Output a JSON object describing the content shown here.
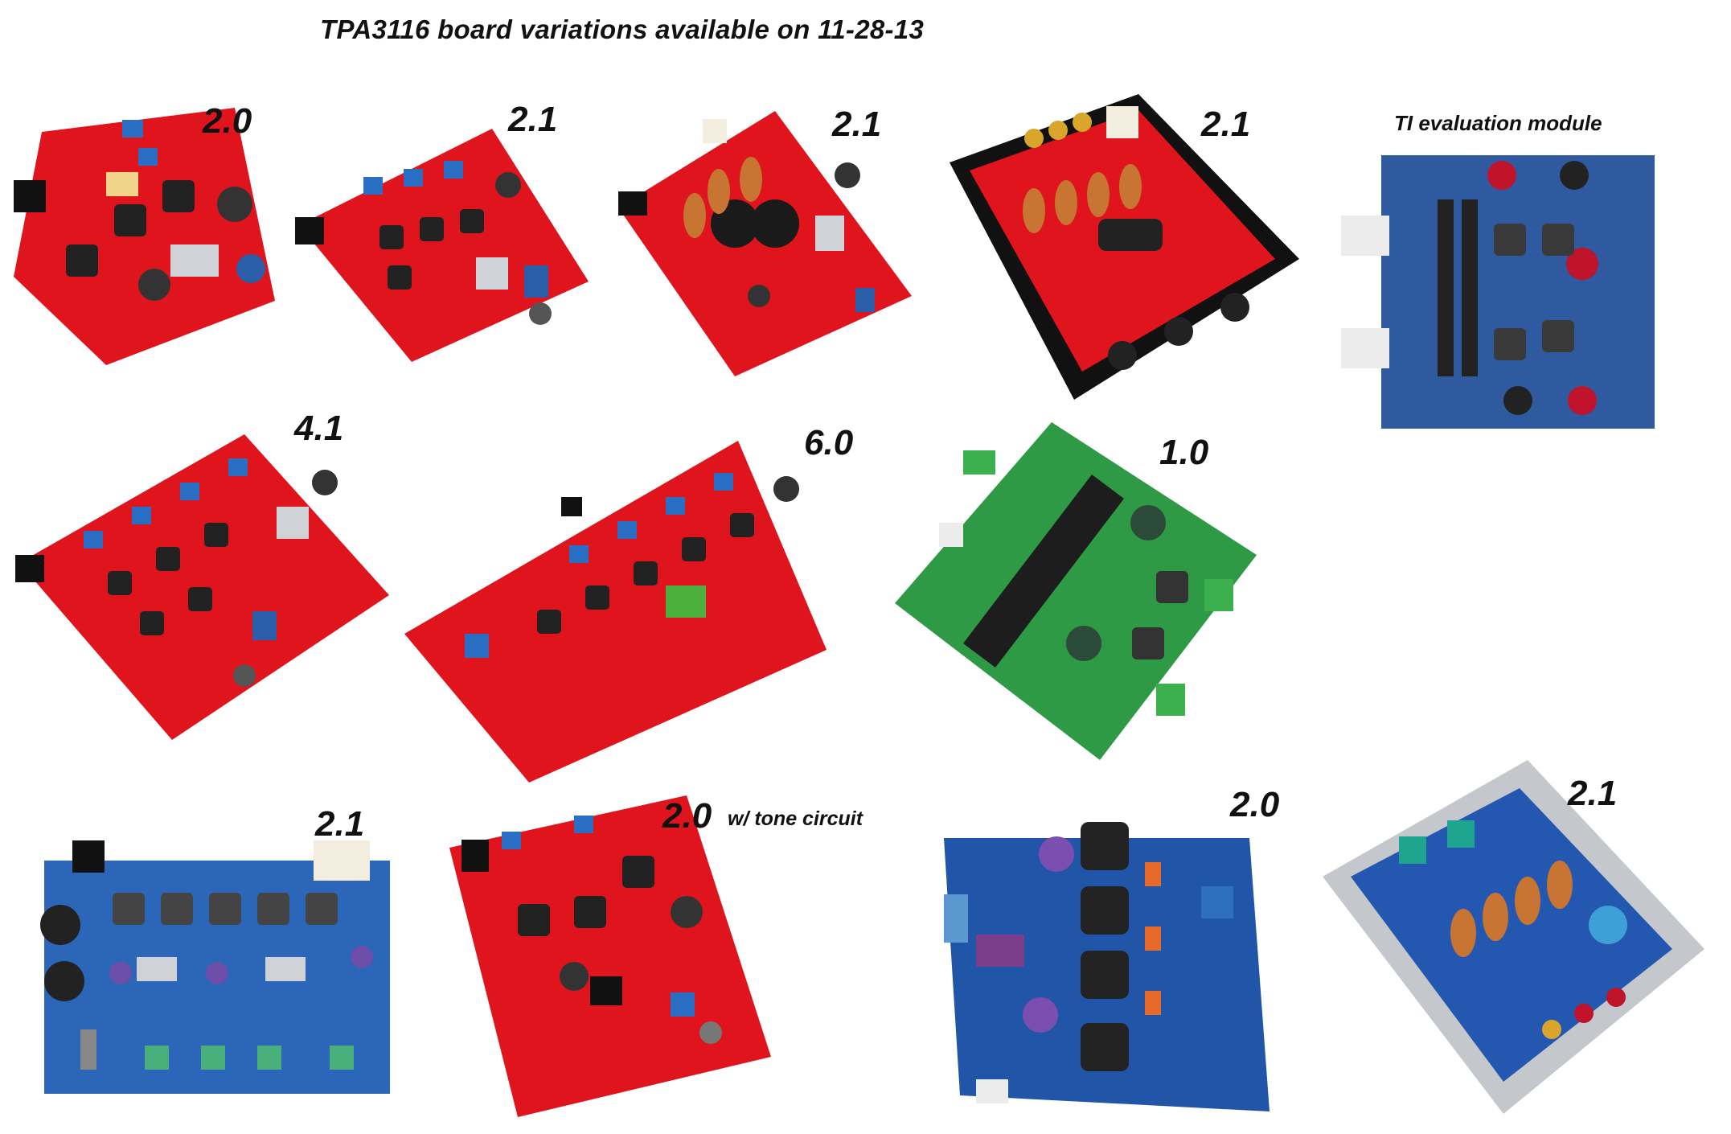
{
  "page": {
    "title": "TPA3116 board variations available on 11-28-13"
  },
  "boards": [
    {
      "label": "2.0",
      "board_color": "#e0141c"
    },
    {
      "label": "2.1",
      "board_color": "#e0141c"
    },
    {
      "label": "2.1",
      "board_color": "#e0141c"
    },
    {
      "label": "2.1",
      "board_color": "#e0141c"
    },
    {
      "label": "TI evaluation module",
      "board_color": "#2f5aa0"
    },
    {
      "label": "4.1",
      "board_color": "#e0141c"
    },
    {
      "label": "6.0",
      "board_color": "#e0141c"
    },
    {
      "label": "1.0",
      "board_color": "#2e9a45"
    },
    {
      "label": "2.1",
      "board_color": "#2b66b8"
    },
    {
      "label": "2.0",
      "note": "w/ tone circuit",
      "board_color": "#e0141c"
    },
    {
      "label": "2.0",
      "board_color": "#2155a8"
    },
    {
      "label": "2.1",
      "board_color": "#2458b0"
    }
  ]
}
